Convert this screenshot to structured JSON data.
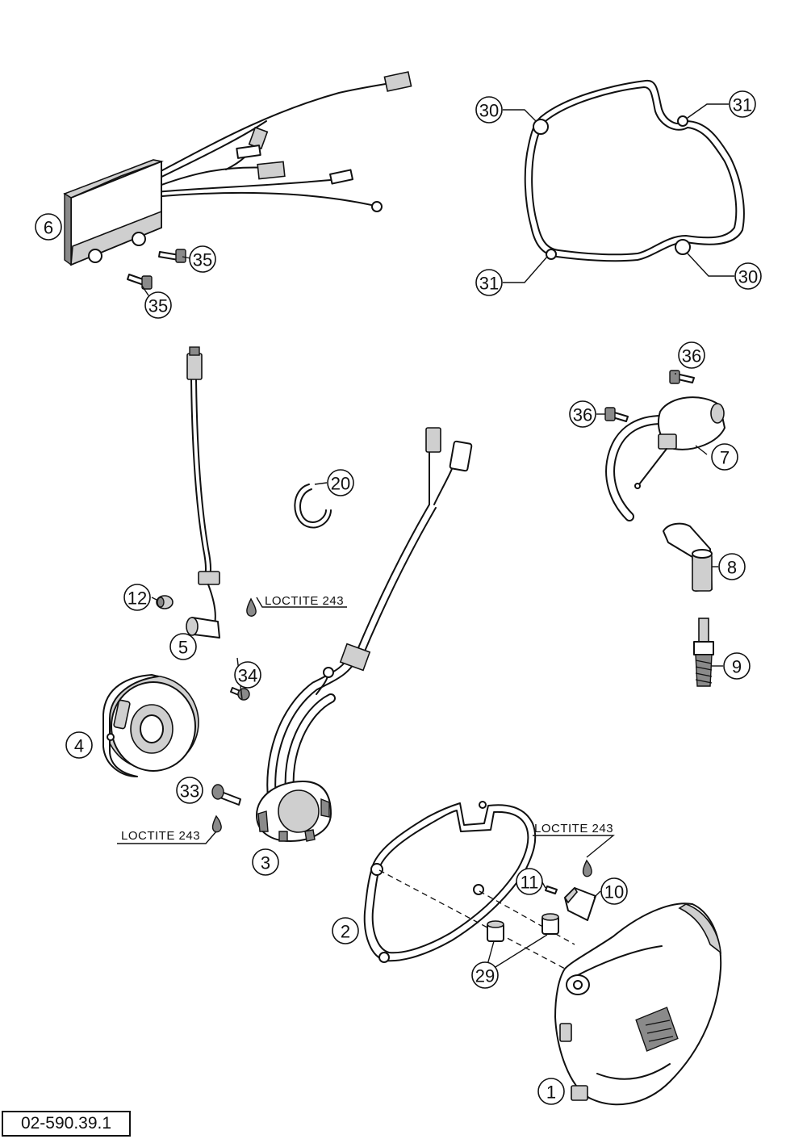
{
  "diagram_code": "02-590.39.1",
  "sealant_note": "LOCTITE 243",
  "callouts": [
    "1",
    "2",
    "3",
    "4",
    "5",
    "6",
    "7",
    "8",
    "9",
    "10",
    "11",
    "12",
    "20",
    "29",
    "30",
    "31",
    "33",
    "34",
    "35",
    "36"
  ],
  "parts": {
    "p1": "1",
    "p2": "2",
    "p3": "3",
    "p4": "4",
    "p5": "5",
    "p6": "6",
    "p7": "7",
    "p8": "8",
    "p9": "9",
    "p10": "10",
    "p11": "11",
    "p12": "12",
    "p20": "20",
    "p29": "29",
    "p30": "30",
    "p31": "31",
    "p33": "33",
    "p34": "34",
    "p35": "35",
    "p36": "36"
  }
}
